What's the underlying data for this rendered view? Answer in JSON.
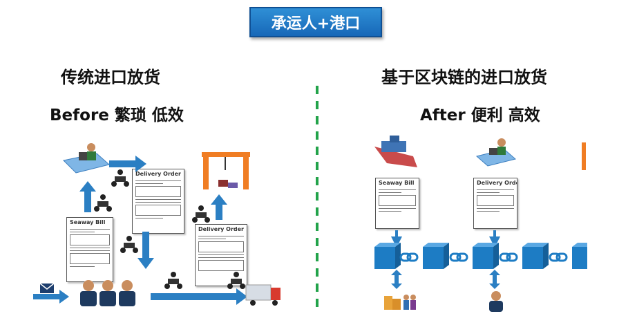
{
  "title": "承运人+港口",
  "left": {
    "heading": "传统进口放货",
    "subtitle": "Before 繁琐 低效",
    "docs": {
      "seaway_bill": "Seaway Bill",
      "delivery_order": "Delivery Order"
    }
  },
  "right": {
    "heading": "基于区块链的进口放货",
    "subtitle": "After 便利 高效",
    "docs": {
      "seaway_bill": "Seaway Bill",
      "delivery_order": "Delivery Order"
    }
  },
  "icons": [
    "ship-icon",
    "clerk-at-desk-icon",
    "courier-scooter-icon",
    "crane-icon",
    "email-icon",
    "customs-officers-icon",
    "truck-icon",
    "blockchain-block-icon",
    "chain-link-icon",
    "cargo-pallet-icon",
    "person-icon"
  ],
  "colors": {
    "title_bg": "#1f78c8",
    "arrow": "#2b7fc3",
    "block": "#1d7cc4",
    "divider": "#22a34a",
    "crane": "#f07d23",
    "truck": "#d83a2e"
  }
}
